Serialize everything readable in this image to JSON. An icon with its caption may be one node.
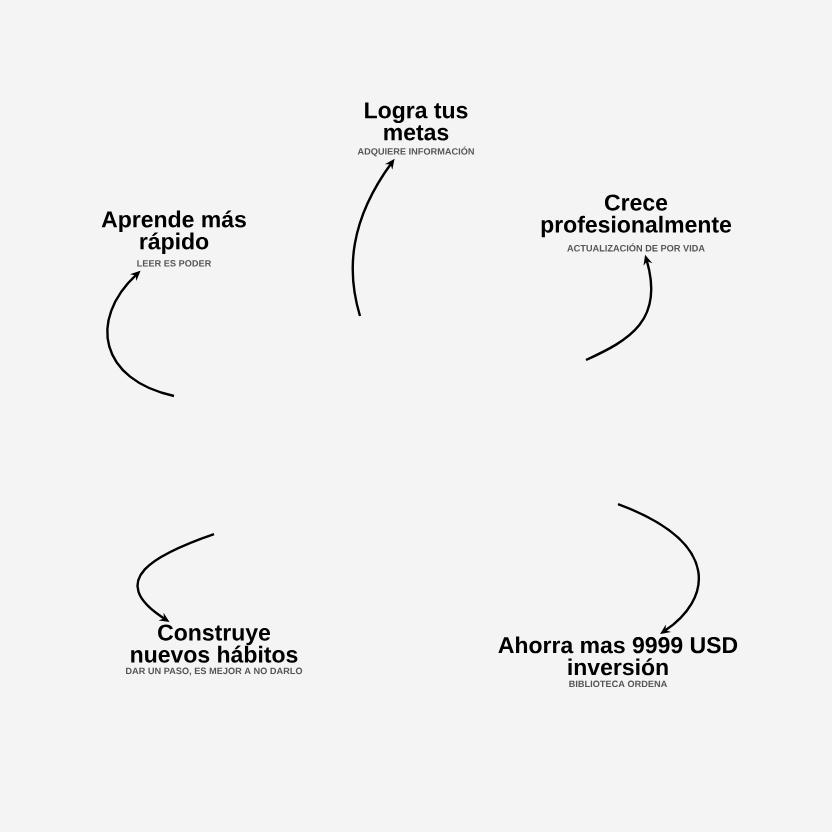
{
  "diagram": {
    "nodes": [
      {
        "text": [
          "Logra tus metas",
          "ADQUIERE INFORMACIÓN"
        ]
      },
      {
        "text": [
          "Aprende más rápido",
          "LEER ES PODER"
        ]
      },
      {
        "text": [
          "Crece profesionalmente",
          "ACTUALIZACIÓN DE POR VIDA"
        ]
      },
      {
        "text": [
          "Construye nuevos hábitos",
          "DAR UN PASO, ES MEJOR A NO DARLO"
        ]
      },
      {
        "text": [
          "Ahorra mas 9999 USD inversión",
          "BIBLIOTECA ORDENA"
        ]
      }
    ],
    "edges": [
      {
        "from": null,
        "to": 1,
        "arrow": "to"
      },
      {
        "from": null,
        "to": 0,
        "arrow": "to"
      },
      {
        "from": null,
        "to": 2,
        "arrow": "to"
      },
      {
        "from": null,
        "to": 3,
        "arrow": "to"
      },
      {
        "from": null,
        "to": 4,
        "arrow": "to"
      }
    ]
  }
}
